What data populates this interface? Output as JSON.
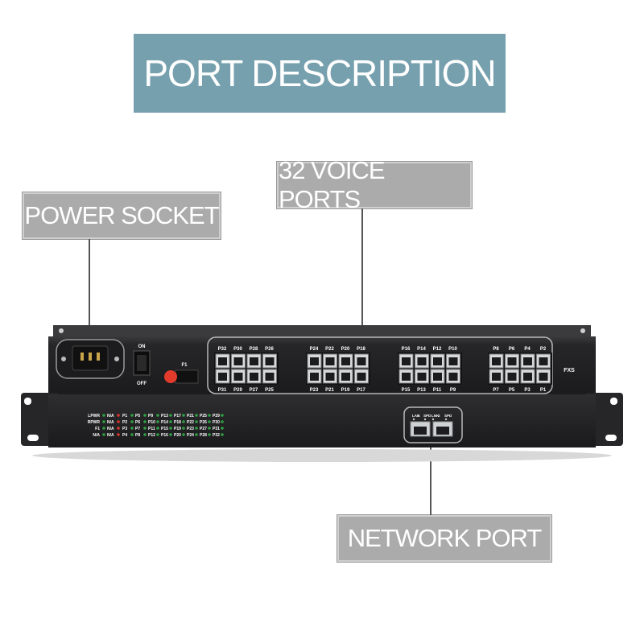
{
  "banner": {
    "title": "PORT DESCRIPTION"
  },
  "callouts": {
    "power": "POWER SOCKET",
    "voice": "32 VOICE PORTS",
    "network": "NETWORK PORT"
  },
  "device": {
    "switch_on": "ON",
    "switch_off": "OFF",
    "fuse": "F1",
    "fxs": "FXS",
    "port_groups": [
      {
        "top": [
          "P32",
          "P30",
          "P28",
          "P26"
        ],
        "bottom": [
          "P31",
          "P29",
          "P27",
          "P25"
        ]
      },
      {
        "top": [
          "P24",
          "P22",
          "P20",
          "P18"
        ],
        "bottom": [
          "P23",
          "P21",
          "P19",
          "P17"
        ]
      },
      {
        "top": [
          "P16",
          "P14",
          "P12",
          "P10"
        ],
        "bottom": [
          "P15",
          "P13",
          "P11",
          "P9"
        ]
      },
      {
        "top": [
          "P8",
          "P6",
          "P4",
          "P2"
        ],
        "bottom": [
          "P7",
          "P5",
          "P3",
          "P1"
        ]
      }
    ],
    "led_status_labels": [
      "LPWR",
      "RPWR",
      "F1",
      "N/A"
    ],
    "led_na_labels": [
      "N/A",
      "N/A",
      "N/A",
      "N/A"
    ],
    "led_columns": [
      [
        "P1",
        "P2",
        "P3",
        "P4"
      ],
      [
        "P5",
        "P6",
        "P7",
        "P8"
      ],
      [
        "P9",
        "P10",
        "P11",
        "P12"
      ],
      [
        "P13",
        "P14",
        "P15",
        "P16"
      ],
      [
        "P17",
        "P18",
        "P19",
        "P20"
      ],
      [
        "P21",
        "P22",
        "P23",
        "P24"
      ],
      [
        "P25",
        "P26",
        "P27",
        "P28"
      ],
      [
        "P29",
        "P30",
        "P31",
        "P32"
      ]
    ],
    "net_labels": [
      "LAN",
      "1",
      "SPD",
      "LNK",
      "2",
      "SPD"
    ],
    "colors": {
      "chassis": "#232325",
      "fuse": "#e23b2c",
      "led_green": "#2ea043",
      "led_red": "#d9362c",
      "banner": "#76a0ae",
      "callout": "#ababab"
    }
  }
}
